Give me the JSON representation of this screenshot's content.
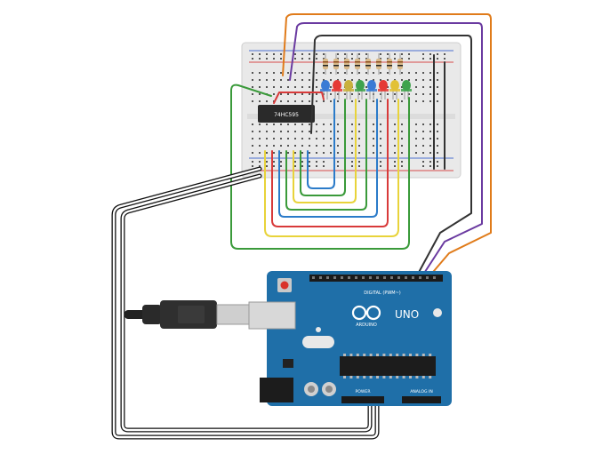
{
  "breadboard": {
    "chip_label": "74HC595",
    "leds": [
      {
        "color": "#3a7bd5"
      },
      {
        "color": "#e53935"
      },
      {
        "color": "#c9b13c"
      },
      {
        "color": "#3fa34d"
      },
      {
        "color": "#3a7bd5"
      },
      {
        "color": "#e53935"
      },
      {
        "color": "#e2c136"
      },
      {
        "color": "#3fa34d"
      }
    ]
  },
  "arduino": {
    "logo_text": "ARDUINO",
    "model": "UNO",
    "digital_header_label": "DIGITAL (PWM~)",
    "power_label": "POWER",
    "analog_label": "ANALOG IN",
    "board_color": "#1f6fa8"
  },
  "wire_colors": {
    "orange": "#e07b1a",
    "purple": "#6a3aa0",
    "dark": "#333333",
    "green": "#3a9a3a",
    "yellow": "#e8d33a",
    "blue": "#2b7bc9",
    "red": "#d83a3a"
  }
}
